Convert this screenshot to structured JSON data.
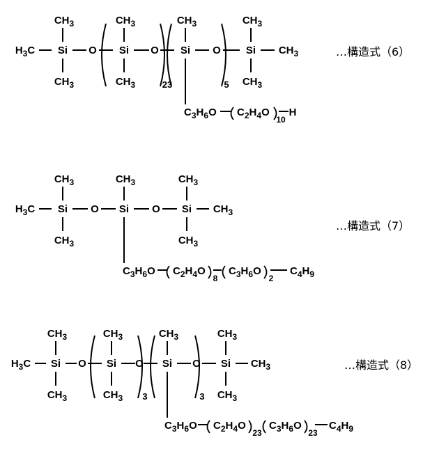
{
  "atoms": {
    "ch3": "CH3",
    "h3c": "H3C",
    "si": "Si",
    "o": "O",
    "h": "H",
    "c3h6o": "C3H6O",
    "c2h4o": "C2H4O",
    "c3h6o_group": "C3H6O",
    "c4h9": "C4H9"
  },
  "formulas": [
    {
      "id": "formula-6",
      "label": "…構造式（6）",
      "repeat_subscripts": [
        "23",
        "5"
      ],
      "chain_subscripts": [
        "10"
      ]
    },
    {
      "id": "formula-7",
      "label": "…構造式（7）",
      "repeat_subscripts": [],
      "chain_subscripts": [
        "8",
        "2"
      ]
    },
    {
      "id": "formula-8",
      "label": "…構造式（8）",
      "repeat_subscripts": [
        "3",
        "3"
      ],
      "chain_subscripts": [
        "23",
        "23"
      ]
    }
  ]
}
